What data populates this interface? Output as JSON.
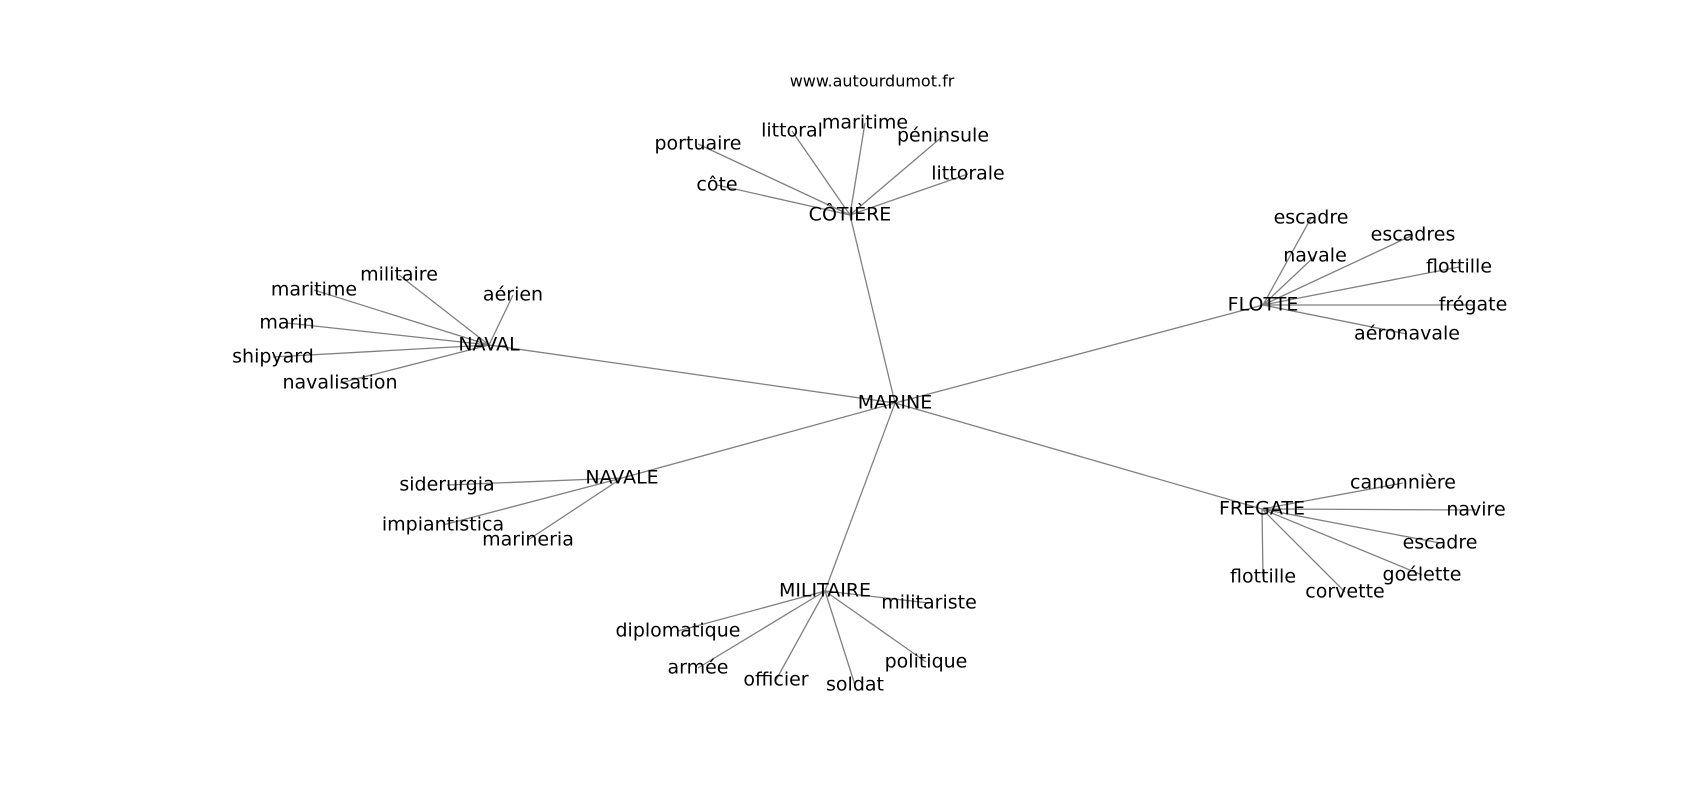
{
  "source": "www.autourdumot.fr",
  "colors": {
    "edge": "#808080",
    "text": "#000000",
    "background": "#ffffff"
  },
  "graph": {
    "root": "MARINE",
    "groups": [
      {
        "hub": "CÔTIÈRE",
        "words": [
          "portuaire",
          "littoral",
          "maritime",
          "péninsule",
          "côte",
          "littorale"
        ]
      },
      {
        "hub": "FLOTTE",
        "words": [
          "escadre",
          "escadres",
          "navale",
          "flottille",
          "frégate",
          "aéronavale"
        ]
      },
      {
        "hub": "NAVAL",
        "words": [
          "militaire",
          "maritime",
          "aérien",
          "marin",
          "shipyard",
          "navalisation"
        ]
      },
      {
        "hub": "NAVALE",
        "words": [
          "siderurgia",
          "impiantistica",
          "marineria"
        ]
      },
      {
        "hub": "FREGATE",
        "words": [
          "canonnière",
          "navire",
          "escadre",
          "goélette",
          "flottille",
          "corvette"
        ]
      },
      {
        "hub": "MILITAIRE",
        "words": [
          "militariste",
          "diplomatique",
          "armée",
          "officier",
          "soldat",
          "politique"
        ]
      }
    ]
  }
}
